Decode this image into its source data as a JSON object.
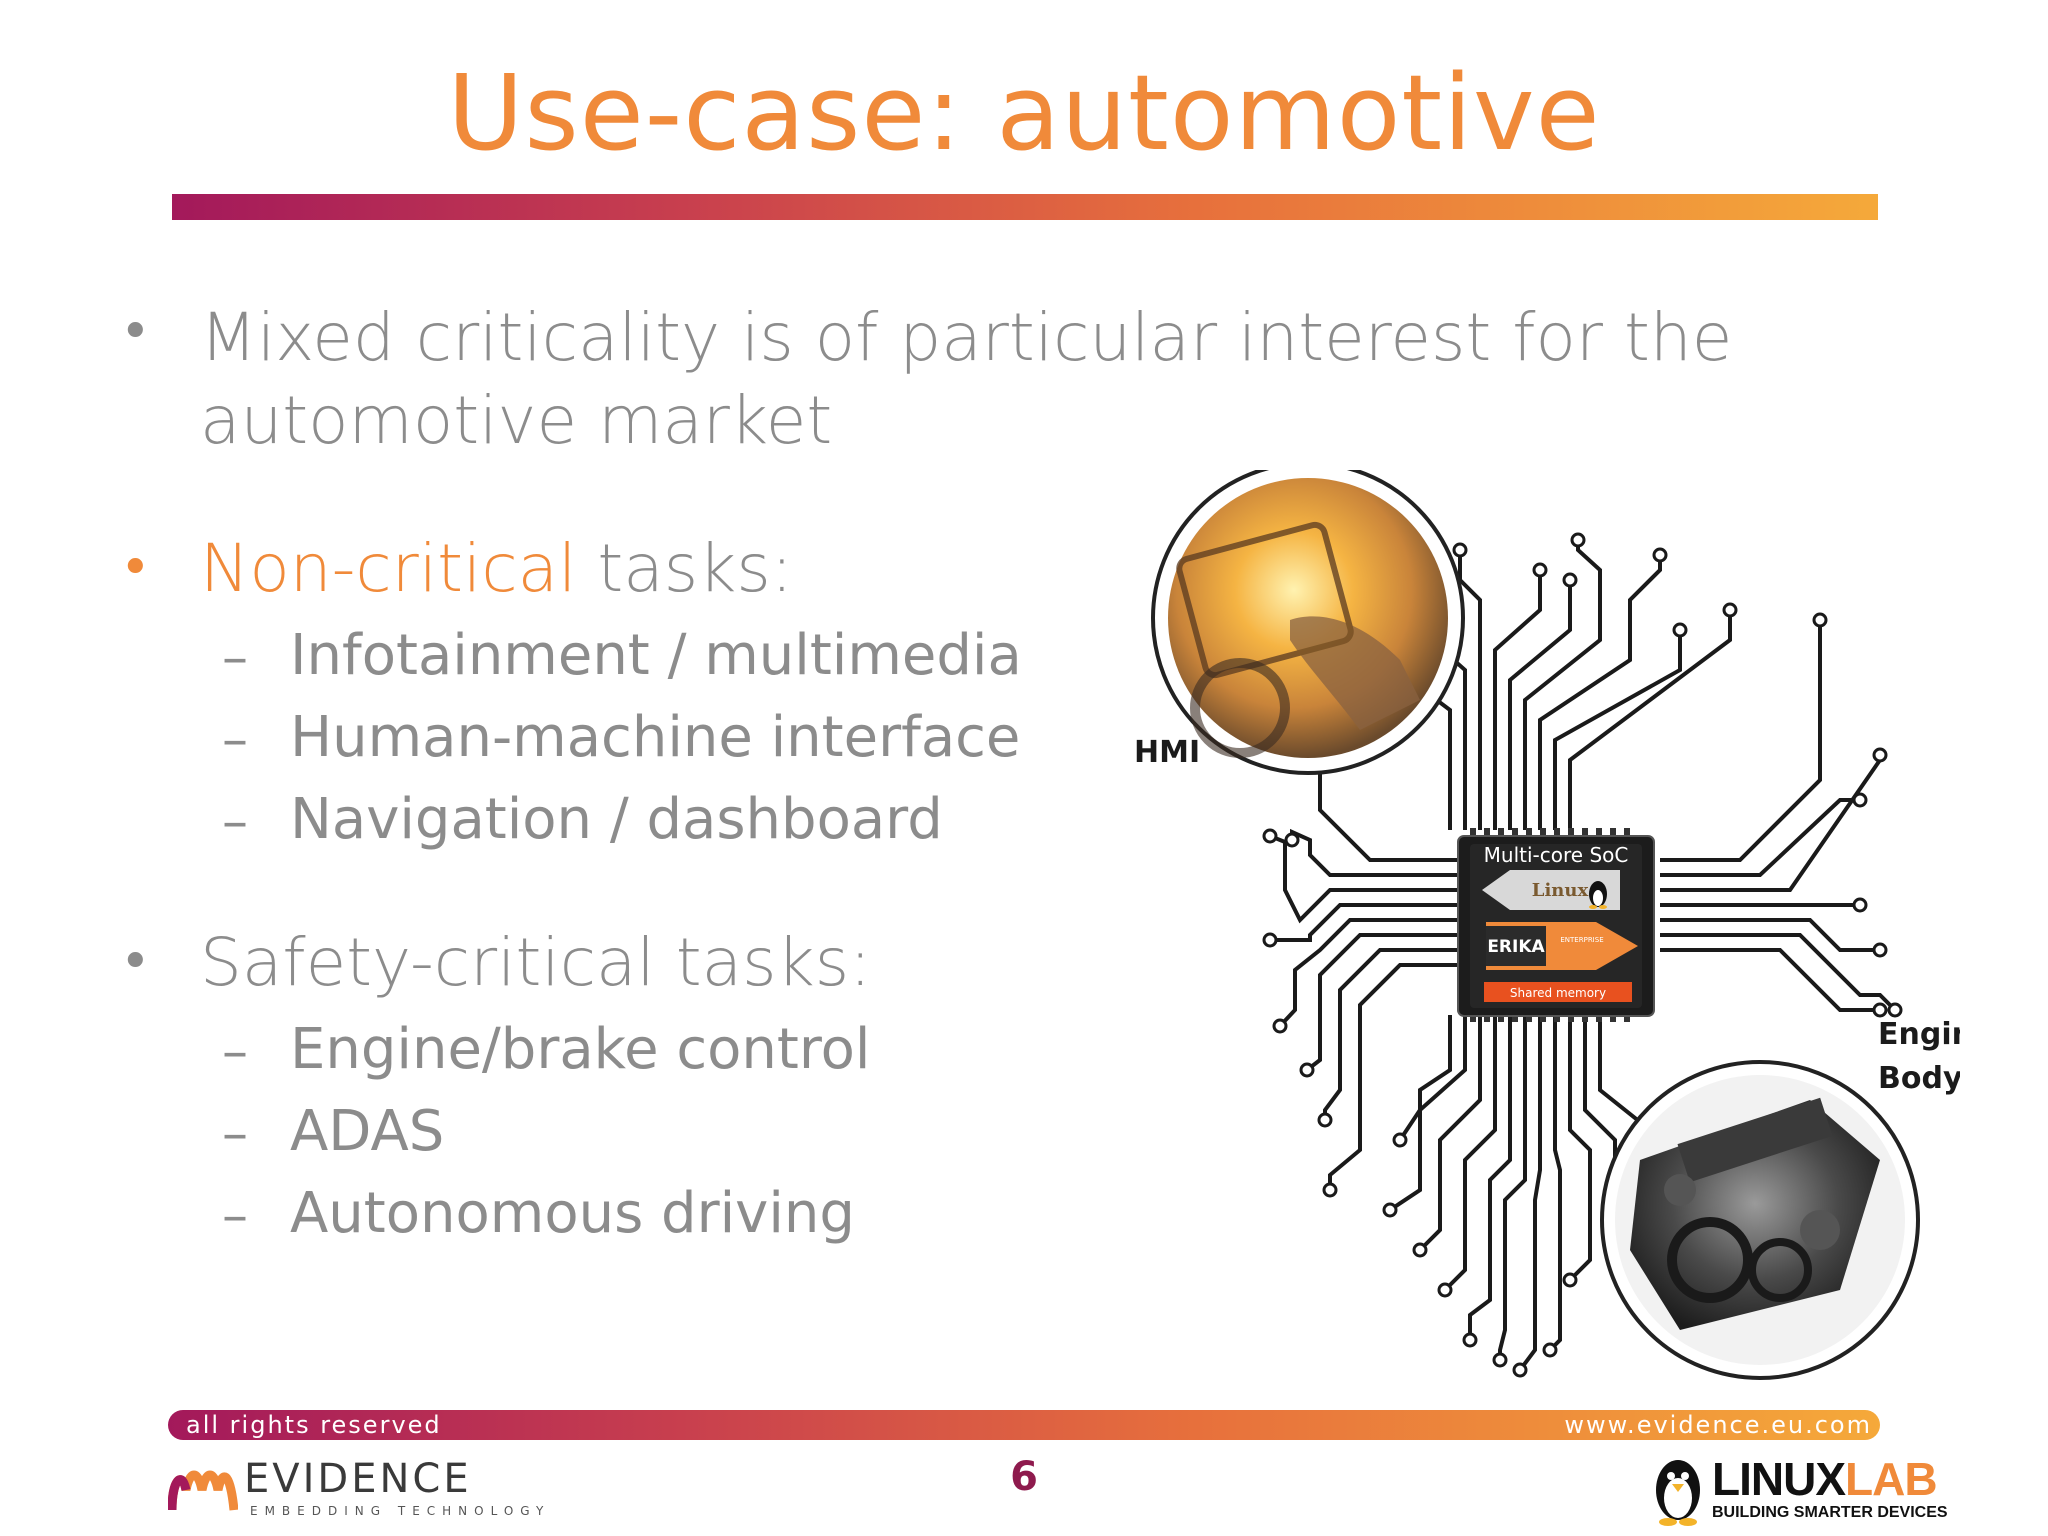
{
  "slide": {
    "title": "Use-case: automotive",
    "bullets": {
      "b1_line1": "Mixed criticality is of particular interest for the",
      "b1_line2": "automotive market",
      "b2_highlight": "Non-critical",
      "b2_rest": " tasks:",
      "b2_items": [
        "Infotainment / multimedia",
        "Human-machine interface",
        "Navigation / dashboard"
      ],
      "b3": "Safety-critical tasks:",
      "b3_items": [
        "Engine/brake control",
        "ADAS",
        "Autonomous driving"
      ]
    },
    "bullet_char": "•",
    "dash_char": "–"
  },
  "diagram": {
    "hmi_label": "HMI",
    "engine_label_1": "Engine/",
    "engine_label_2": "Body",
    "chip_title": "Multi-core SoC",
    "chip_linux": "Linux",
    "chip_erika": "ERIKA",
    "chip_enterprise": "ENTERPRISE",
    "chip_shared": "Shared memory"
  },
  "footer": {
    "rights": "all rights reserved",
    "website": "www.evidence.eu.com",
    "page_number": "6",
    "evidence_logo": "EVIDENCE",
    "evidence_tagline": "EMBEDDING TECHNOLOGY",
    "linuxlab_a": "LINUX",
    "linuxlab_b": "LAB",
    "linuxlab_tagline": "BUILDING SMARTER DEVICES"
  },
  "colors": {
    "accent_orange": "#f08a3a",
    "text_gray": "#8c8c8c",
    "magenta": "#a3195b",
    "chip_orange": "#e8511f"
  }
}
